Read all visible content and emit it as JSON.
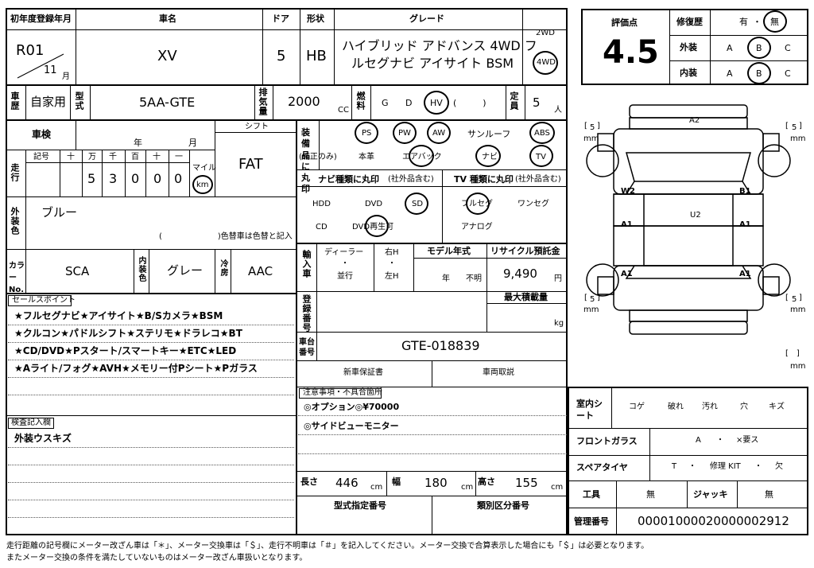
{
  "header": {
    "first_reg_label": "初年度登録年月",
    "car_name_label": "車名",
    "door_label": "ドア",
    "shape_label": "形状",
    "grade_label": "グレード",
    "reg_era": "R01",
    "reg_month": "11",
    "month_unit": "月",
    "car_name": "XV",
    "doors": "5",
    "shape": "HB",
    "grade_line1": "ハイブリッド アドバンス 4WD フ",
    "grade_line2": "ルセグナビ アイサイト BSM",
    "drive_2wd": "2WD",
    "drive_4wd": "4WD"
  },
  "rating": {
    "score_label": "評価点",
    "score": "4.5",
    "repair_label": "修復歴",
    "repair_yes": "有",
    "dot": "・",
    "repair_no": "無",
    "exterior_label": "外装",
    "interior_label": "内装",
    "grade_a": "A",
    "grade_b": "B",
    "grade_c": "C"
  },
  "row2": {
    "usage_label": "車歴",
    "usage": "自家用",
    "model_label": "型式",
    "model": "5AA-GTE",
    "displacement_label": "排気量",
    "displacement": "2000",
    "cc": "CC",
    "fuel_label": "燃料",
    "fuel_g": "G",
    "fuel_d": "D",
    "fuel_hv": "HV",
    "fuel_paren": "(　　　)",
    "capacity_label": "定員",
    "capacity": "5",
    "person": "人"
  },
  "inspection": {
    "shaken_label": "車検",
    "year": "年",
    "month": "月",
    "shift_label": "シフト",
    "shift": "FAT",
    "mileage_label": "走行",
    "kigo": "記号",
    "digit_labels": [
      "十",
      "万",
      "千",
      "百",
      "十",
      "一"
    ],
    "digits": [
      "",
      "5",
      "3",
      "0",
      "0",
      "0"
    ],
    "mile": "マイル",
    "km": "km"
  },
  "equipment": {
    "label": "装備品に丸印",
    "label_note": "(純正のみ)",
    "ps": "PS",
    "pw": "PW",
    "aw": "AW",
    "sunroof": "サンルーフ",
    "abs": "ABS",
    "leather": "本革",
    "airbag": "エアバック",
    "navi": "ナビ",
    "tv": "TV"
  },
  "navi_types": {
    "label": "ナビ種類に丸印",
    "note": "(社外品含む)",
    "hdd": "HDD",
    "dvd": "DVD",
    "sd": "SD",
    "cd": "CD",
    "dvd_play": "DVD再生可"
  },
  "tv_types": {
    "label": "TV 種類に丸印",
    "note": "(社外品含む)",
    "fullseg": "フルセグ",
    "oneseg": "ワンセグ",
    "analog": "アナログ"
  },
  "color": {
    "label": "外装色",
    "value": "ブルー",
    "note": "(　　　　　　　)色替車は色替と記入",
    "code_label": "カラーNo.",
    "code": "SCA",
    "interior_label": "内装色",
    "interior": "グレー",
    "ac_label": "冷房",
    "ac": "AAC"
  },
  "import": {
    "label": "輸入車",
    "dealer": "ディーラー",
    "dot": "・",
    "parallel": "並行",
    "right": "右H",
    "left": "左H",
    "model_year_label": "モデル年式",
    "year": "年",
    "unknown": "不明",
    "recycle_label": "リサイクル預託金",
    "recycle": "9,490",
    "yen": "円"
  },
  "registration": {
    "label": "登録番号",
    "max_load_label": "最大積載量",
    "kg": "kg",
    "chassis_label": "車台番号",
    "chassis": "GTE-018839",
    "warranty": "新車保証書",
    "manual": "車両取説"
  },
  "notes": {
    "label": "注意事項・不具合箇所",
    "line1": "◎オプション◎¥70000",
    "line2": "◎サイドビューモニター"
  },
  "sales": {
    "label": "セールスポイント",
    "lines": [
      "★フルセグナビ★アイサイト★B/Sカメラ★BSM",
      "★クルコン★パドルシフト★ステリモ★ドラレコ★BT",
      "★CD/DVD★Pスタート/スマートキー★ETC★LED",
      "★Aライト/フォグ★AVH★メモリー付Pシート★Pガラス"
    ]
  },
  "inspector": {
    "label": "検査記入欄",
    "line1": "外装ウスキズ"
  },
  "dims": {
    "length_label": "長さ",
    "length": "446",
    "width_label": "幅",
    "width": "180",
    "height_label": "高さ",
    "height": "155",
    "cm": "cm",
    "type_no_label": "型式指定番号",
    "class_no_label": "類別区分番号"
  },
  "diagram": {
    "mm": "mm",
    "tread": "5",
    "a2": "A2",
    "w2": "W2",
    "b1_right": "B1",
    "a1_left": "A1",
    "a1_right": "A1",
    "u2": "U2",
    "a1_rear_left": "A1",
    "a1_rear_right": "A1"
  },
  "seat": {
    "label": "室内シート",
    "items": [
      "コゲ",
      "破れ",
      "汚れ",
      "穴",
      "キズ"
    ]
  },
  "glass": {
    "label": "フロントガラス",
    "a": "A",
    "dot": "・",
    "exchange": "×要ス"
  },
  "spare": {
    "label": "スペアタイヤ",
    "t": "T",
    "dot": "・",
    "kit": "修理 KIT",
    "none": "欠"
  },
  "tools": {
    "label": "工具",
    "value": "無",
    "jack_label": "ジャッキ",
    "jack": "無"
  },
  "mgmt": {
    "label": "管理番号",
    "value": "00001000020000002912"
  },
  "footer": {
    "line1": "走行距離の記号欄にメーター改ざん車は「＊」、メーター交換車は「＄」、走行不明車は「＃」を記入してください。メーター交換で合算表示した場合にも「＄」は必要となります。",
    "line2": "またメーター交換の条件を満たしていないものはメーター改ざん車扱いとなります。"
  }
}
